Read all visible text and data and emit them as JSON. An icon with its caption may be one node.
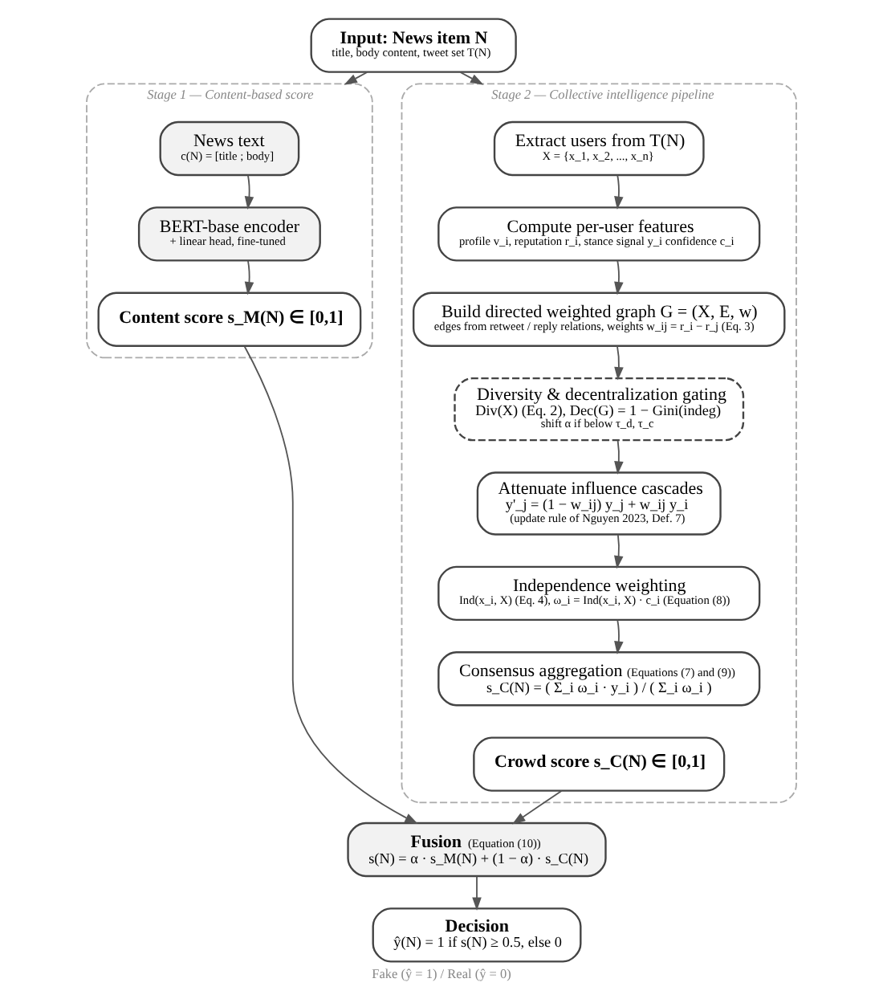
{
  "diagram": {
    "caption": "Fake (ŷ = 1) / Real (ŷ = 0)",
    "nodes": [
      {
        "text": [
          "Input: News item N",
          "title, body content, tweet set T(N)"
        ]
      },
      {
        "text": [
          "Stage 1 — Content-based score"
        ]
      },
      {
        "text": [
          "News text",
          "c(N) = [title ; body]"
        ],
        "in": 1
      },
      {
        "text": [
          "BERT-base encoder",
          "+ linear head, fine-tuned"
        ],
        "in": 1
      },
      {
        "text": [
          "Content score s_M(N) ∈ [0,1]"
        ],
        "in": 1
      },
      {
        "text": [
          "Stage 2 — Collective intelligence pipeline"
        ]
      },
      {
        "text": [
          "Extract users from T(N)",
          "X = {x_1, x_2, ..., x_n}"
        ],
        "in": 5
      },
      {
        "text": [
          "Compute per-user features",
          "profile v_i, reputation r_i, stance signal y_i confidence c_i"
        ],
        "in": 5
      },
      {
        "text": [
          "Build directed weighted graph G = (X, E, w)",
          "edges from retweet / reply relations, weights w_ij = r_i − r_j (Eq. 3)"
        ],
        "in": 5
      },
      {
        "text": [
          "Diversity & decentralization gating",
          "Div(X) (Eq. 2), Dec(G) = 1 − Gini(indeg)",
          "shift α if below τ_d, τ_c"
        ],
        "in": 5
      },
      {
        "text": [
          "Attenuate influence cascades",
          "y'_j = (1 − w_ij) y_j + w_ij y_i",
          "(update rule of Nguyen 2023, Def. 7)"
        ],
        "in": 5
      },
      {
        "text": [
          "Independence weighting",
          "Ind(x_i, X) (Eq. 4), ω_i = Ind(x_i, X) · c_i (Equation (8))"
        ],
        "in": 5
      },
      {
        "text": [
          "Consensus aggregation",
          "(Equations (7) and (9))",
          "s_C(N) = ( Σ_i ω_i · y_i ) / ( Σ_i ω_i )"
        ],
        "in": 5
      },
      {
        "text": [
          "Crowd score s_C(N) ∈ [0,1]"
        ],
        "in": 5
      },
      {
        "text": [
          "Fusion",
          "(Equation (10))",
          "s(N) = α · s_M(N) + (1 − α) · s_C(N)"
        ]
      },
      {
        "text": [
          "Decision",
          "ŷ(N) = 1 if s(N) ≥ 0.5, else 0"
        ]
      }
    ],
    "edges": [
      {
        "from": 0,
        "to": 1,
        "arrow": "to"
      },
      {
        "from": 0,
        "to": 5,
        "arrow": "to"
      },
      {
        "from": 2,
        "to": 3,
        "arrow": "to"
      },
      {
        "from": 3,
        "to": 4,
        "arrow": "to"
      },
      {
        "from": 6,
        "to": 7,
        "arrow": "to"
      },
      {
        "from": 7,
        "to": 8,
        "arrow": "to"
      },
      {
        "from": 8,
        "to": 9,
        "arrow": "to"
      },
      {
        "from": 9,
        "to": 10,
        "arrow": "to"
      },
      {
        "from": 10,
        "to": 11,
        "arrow": "to"
      },
      {
        "from": 11,
        "to": 12,
        "arrow": "to"
      },
      {
        "from": 4,
        "to": 14,
        "arrow": "to"
      },
      {
        "from": 13,
        "to": 14,
        "arrow": "to"
      },
      {
        "from": 14,
        "to": 15,
        "arrow": "to"
      }
    ]
  }
}
